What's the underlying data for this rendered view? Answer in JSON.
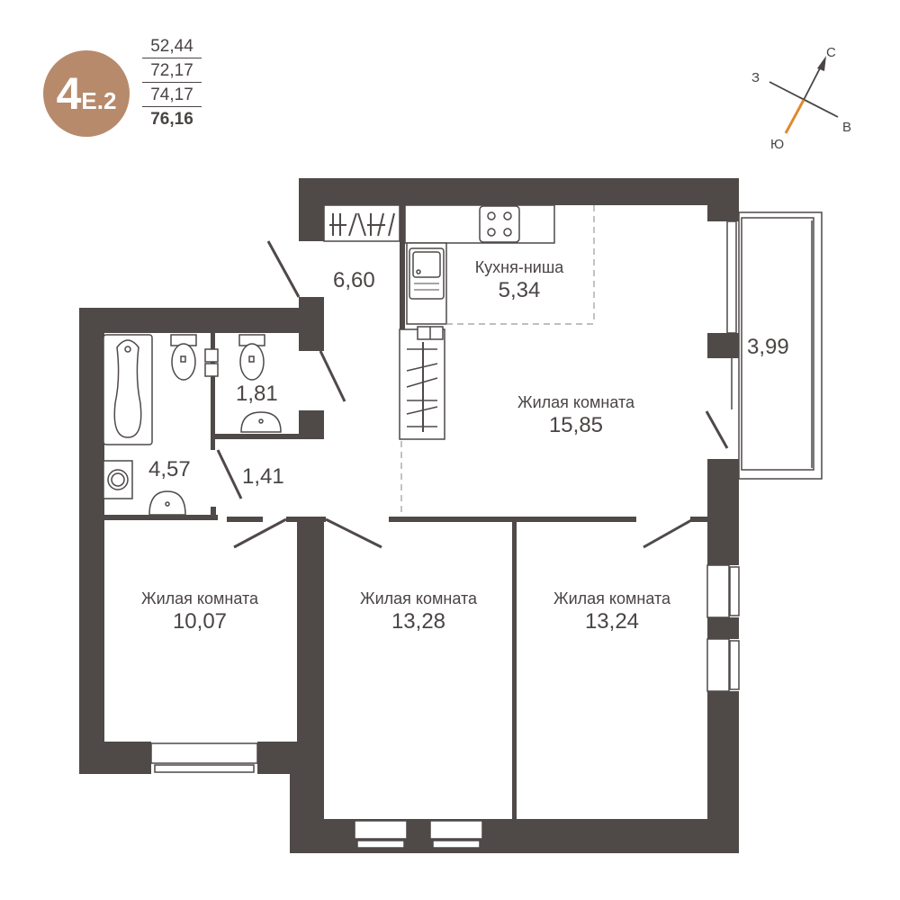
{
  "header": {
    "apartment_code_main": "4",
    "apartment_code_sub": "Е.2",
    "areas": [
      "52,44",
      "72,17",
      "74,17",
      "76,16"
    ],
    "badge_color": "#b78a6c"
  },
  "compass": {
    "north": "С",
    "south": "Ю",
    "west": "З",
    "east": "В",
    "south_color": "#e0892f"
  },
  "colors": {
    "wall": "#4f4948",
    "text": "#4a4544"
  },
  "rooms": {
    "hallway": {
      "value": "6,60"
    },
    "kitchen": {
      "name": "Кухня-ниша",
      "value": "5,34"
    },
    "balcony": {
      "value": "3,99"
    },
    "living_main": {
      "name": "Жилая комната",
      "value": "15,85"
    },
    "wc": {
      "value": "1,81"
    },
    "bathroom": {
      "value": "4,57"
    },
    "corridor": {
      "value": "1,41"
    },
    "bedroom_left": {
      "name": "Жилая комната",
      "value": "10,07"
    },
    "bedroom_mid": {
      "name": "Жилая комната",
      "value": "13,28"
    },
    "bedroom_right": {
      "name": "Жилая комната",
      "value": "13,24"
    }
  }
}
